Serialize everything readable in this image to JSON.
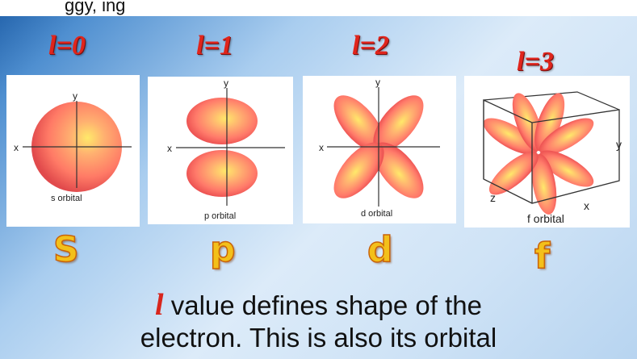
{
  "top_fragment": "ggy, ing",
  "orbitals": [
    {
      "l_label": "l=0",
      "letter": "S",
      "axes": {
        "x": "x",
        "y": "y"
      },
      "caption": "s orbital"
    },
    {
      "l_label": "l=1",
      "letter": "p",
      "axes": {
        "x": "x",
        "y": "y"
      },
      "caption": "p orbital"
    },
    {
      "l_label": "l=2",
      "letter": "d",
      "axes": {
        "x": "x",
        "y": "y"
      },
      "caption": "d orbital"
    },
    {
      "l_label": "l=3",
      "letter": "f",
      "axes": {
        "x": "x",
        "y": "y",
        "z": "z"
      },
      "caption": "f orbital"
    }
  ],
  "bottom_text": {
    "symbol": "l",
    "line1_rest": " value defines shape of the",
    "line2": "electron.  This is also its orbital"
  },
  "colors": {
    "lobe_core": "#ffe96a",
    "lobe_mid": "#ff8a6a",
    "lobe_edge": "#e8484c",
    "label_red": "#e0251c"
  }
}
